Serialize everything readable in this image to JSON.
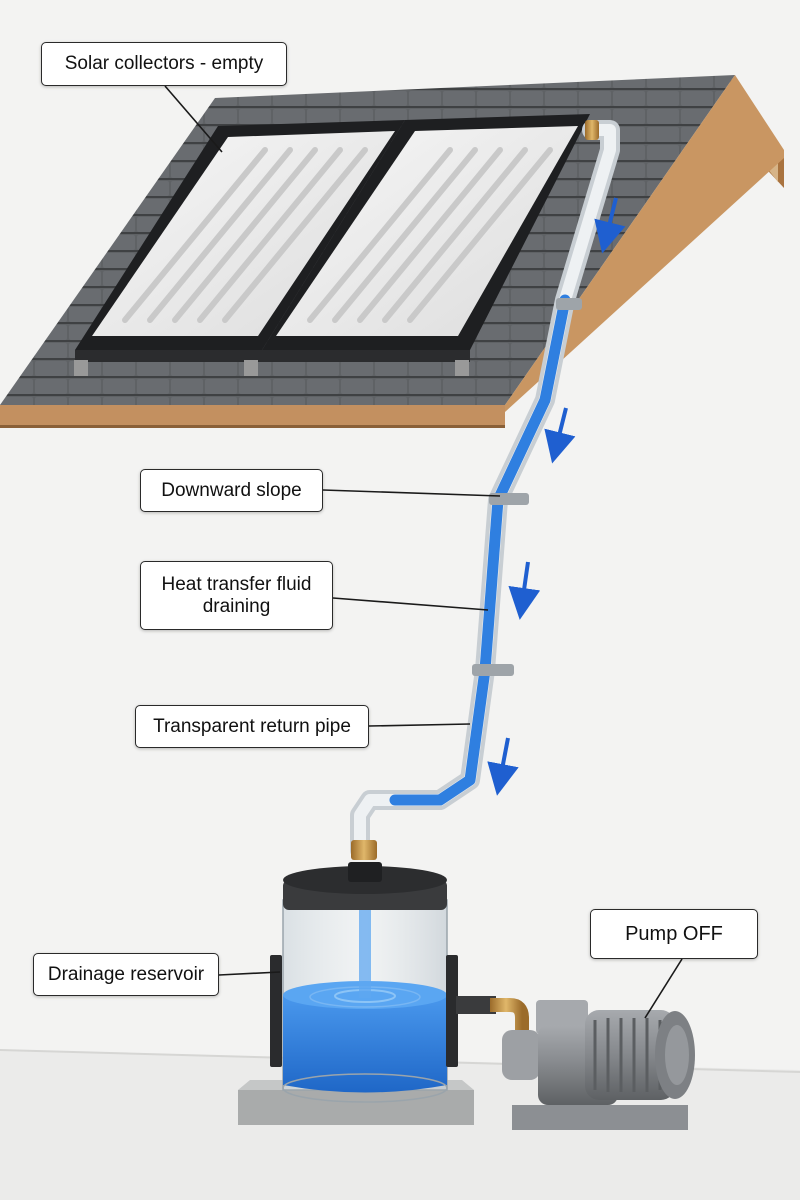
{
  "labels": {
    "collectors": "Solar collectors - empty",
    "slope": "Downward slope",
    "fluid": "Heat transfer fluid draining",
    "pipe": "Transparent return pipe",
    "reservoir": "Drainage reservoir",
    "pump": "Pump OFF"
  },
  "colors": {
    "fluid": "#2f7fe0",
    "flow_arrow": "#1f5fd0",
    "roof_tiles": "#5a5d60",
    "roof_trim": "#b98a5a",
    "wall": "#f3f3f2",
    "pump_body": "#8d9094"
  },
  "icons": {
    "flow": "down-arrow-icon"
  }
}
